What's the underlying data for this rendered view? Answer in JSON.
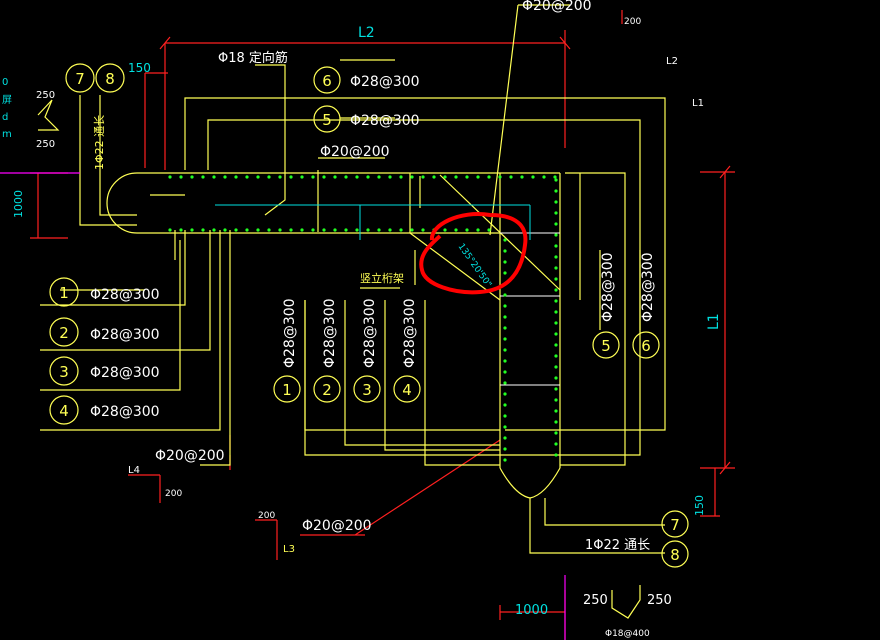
{
  "labels": {
    "top_rebar": "Φ20@200",
    "top_200": "200",
    "dim_L2": "L2",
    "dim_150": "150",
    "stirrup_note": "Φ18 定向筋",
    "through_left": "1Φ22 通长",
    "left_250_top": "250",
    "left_250_bottom": "250",
    "left_1000": "1000",
    "row6": "Φ28@300",
    "row5": "Φ28@300",
    "mid_20_200": "Φ20@200",
    "truss_note": "竖立桁架",
    "angle": "135°20'50\"",
    "left1": "Φ28@300",
    "left2": "Φ28@300",
    "left3": "Φ28@300",
    "left4": "Φ28@300",
    "left_bottom_20_200": "Φ20@200",
    "L4": "L4",
    "L4_200": "200",
    "v1": "Φ28@300",
    "v2": "Φ28@300",
    "v3": "Φ28@300",
    "v4": "Φ28@300",
    "vr5": "Φ28@300",
    "vr6": "Φ28@300",
    "bottom_20_200": "Φ20@200",
    "L3_200": "200",
    "L3": "L3",
    "L2_right": "L2",
    "L1_small": "L1",
    "L1_dim": "L1",
    "dim_150_right": "150",
    "through_right": "1Φ22 通长",
    "bot_250_left": "250",
    "bot_250_right": "250",
    "bot_1000": "1000",
    "bottom_note": "Φ18@400",
    "left_edge_1": "0",
    "left_edge_2": "屏",
    "left_edge_3": "d",
    "left_edge_4": "m"
  },
  "circles": {
    "c7_top": "7",
    "c8_top": "8",
    "c6_top": "6",
    "c5_top": "5",
    "cl1": "1",
    "cl2": "2",
    "cl3": "3",
    "cl4": "4",
    "cv1": "1",
    "cv2": "2",
    "cv3": "3",
    "cv4": "4",
    "cr5": "5",
    "cr6": "6",
    "c7_bot": "7",
    "c8_bot": "8"
  },
  "colors": {
    "background": "#000000",
    "rebar": "#ffff55",
    "dimension": "#ff2020",
    "axis": "#00e0e0",
    "highlight": "#ff0000",
    "dots": "#22ff22",
    "magenta": "#ff00ff"
  }
}
